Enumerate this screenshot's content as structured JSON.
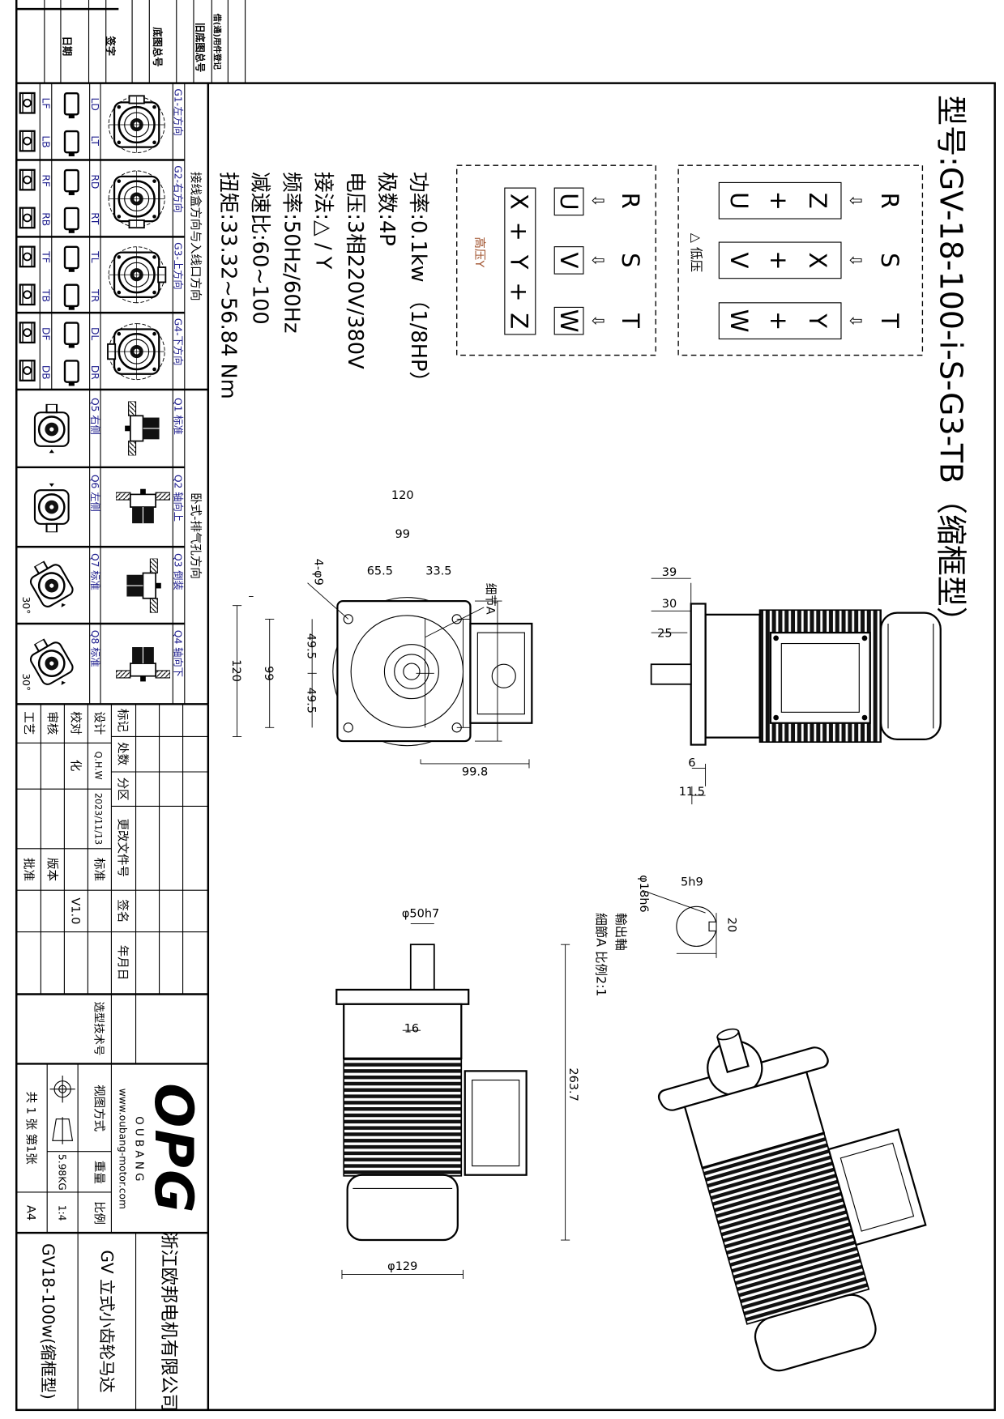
{
  "title": "型号:GV-18-100-i-S-G3-TB（缩框型）",
  "wiring_low": {
    "label": "△ 低压",
    "terminals": [
      "R",
      "S",
      "T"
    ],
    "arrow": "⇩",
    "groups": [
      [
        "Z",
        "+",
        "U"
      ],
      [
        "X",
        "+",
        "V"
      ],
      [
        "Y",
        "+",
        "W"
      ]
    ]
  },
  "wiring_high": {
    "label": "高压Y",
    "terminals": [
      "R",
      "S",
      "T"
    ],
    "arrow": "⇩",
    "boxes": [
      "U",
      "V",
      "W"
    ],
    "star": [
      "X",
      "+",
      "Y",
      "+",
      "Z"
    ]
  },
  "specs": [
    "功率:0.1kw （1/8HP）",
    "极数:4P",
    "电压:3相220V/380V",
    "接法:△ / Y",
    "频率:50Hz/60Hz",
    "减速比:60~100",
    "扭矩:33.32~56.84 Nm"
  ],
  "dimensions": {
    "front": {
      "width": "120",
      "pcd": "99",
      "left": "65.5",
      "right": "33.5",
      "holes": "4-φ9",
      "detail": "细节A",
      "height": "120",
      "pcd_v": "99",
      "half_top": "49.5",
      "half_bottom": "49.5",
      "box": "99.8"
    },
    "side": {
      "d39": "39",
      "d30": "30",
      "d25": "25",
      "d6": "6",
      "d11": "11.5"
    },
    "shaft": {
      "dia": "φ18h6",
      "key": "5h9",
      "height": "20",
      "title": "輸出軸",
      "scale": "細節A 比例2:1"
    },
    "bottom": {
      "spigot": "φ50h7",
      "d16": "16",
      "length": "263.7",
      "body": "φ129"
    }
  },
  "side_strip": [
    "日期",
    "签字",
    "底图总号",
    "旧底图总号",
    "借(通)用件登记"
  ],
  "orientation": {
    "junction_title": "接线盒方向与入线口方向",
    "exhaust_title": "卧式-排气孔方向",
    "g": [
      {
        "label": "G1-左方向",
        "a": "LD",
        "b": "LT",
        "c": "LF",
        "d": "LB"
      },
      {
        "label": "G2-右方向",
        "a": "RD",
        "b": "RT",
        "c": "RF",
        "d": "RB"
      },
      {
        "label": "G3-上方向",
        "a": "TL",
        "b": "TR",
        "c": "TF",
        "d": "TB"
      },
      {
        "label": "G4-下方向",
        "a": "DL",
        "b": "DR",
        "c": "DF",
        "d": "DB"
      }
    ],
    "q": [
      {
        "top": "Q1 标准",
        "bottom": "Q5 右侧"
      },
      {
        "top": "Q2 轴向上",
        "bottom": "Q6 左侧"
      },
      {
        "top": "Q3 倒装",
        "bottom": "Q7 标准"
      },
      {
        "top": "Q4 轴向下",
        "bottom": "Q8 标准"
      }
    ],
    "angle": "30°"
  },
  "title_block": {
    "headers": [
      "标记",
      "处数",
      "分区",
      "更改文件号",
      "签名",
      "年月日"
    ],
    "design": "设计",
    "designer": "Q.H.W",
    "date": "2023/11/13",
    "standard": "标准",
    "check": "校对",
    "checker": "化",
    "version_value": "V1.0",
    "review": "审核",
    "version": "版本",
    "process": "工艺",
    "approve": "批准",
    "selection_no": "选型技术号",
    "view_method": "视图方式",
    "weight_label": "重量",
    "scale_label": "比例",
    "weight": "5.98KG",
    "scale": "1:4",
    "sheets": "共 1 张 第1张",
    "paper": "A4",
    "logo": "OPG",
    "brand": "O U B A N G",
    "website": "www.oubang-motor.com",
    "company": "浙江欧邦电机有限公司",
    "product": "GV  立式小齿轮马达",
    "model": "GV18-100w(缩框型)"
  },
  "colors": {
    "label_blue": "#1a1a8c",
    "high_voltage": "#a0522d"
  }
}
